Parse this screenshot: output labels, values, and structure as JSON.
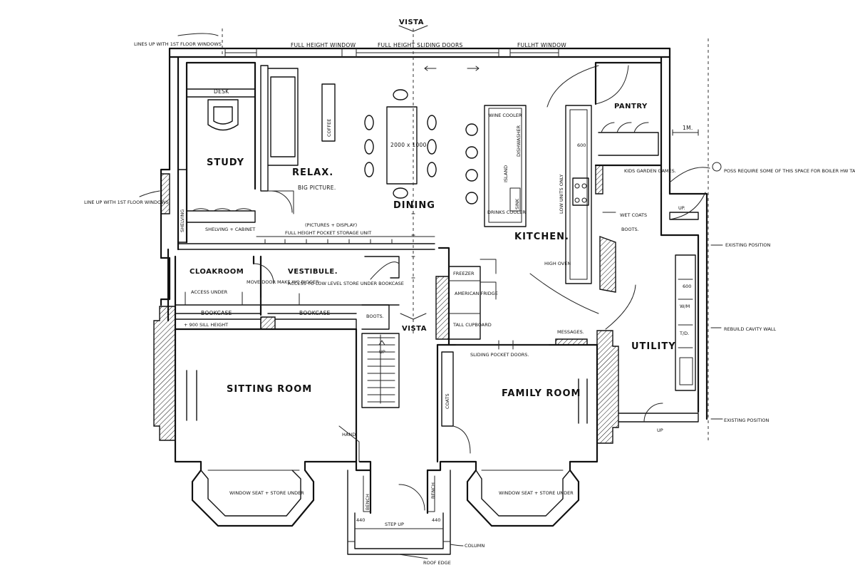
{
  "labels": {
    "vista_top": "VISTA",
    "vista_mid": "VISTA",
    "full_height_window_l": "FULL HEIGHT WINDOW",
    "full_height_sliding": "FULL HEIGHT SLIDING DOORS",
    "full_height_window_r": "FULLHT WINDOW",
    "lines_up": "LINES UP WITH 1ST FLOOR WINDOWS",
    "line_up_left": "LINE UP WITH 1ST FLOOR WINDOWS",
    "desk": "DESK",
    "study": "STUDY",
    "coffee": "COFFEE",
    "relax": "RELAX.",
    "big_picture": "BIG PICTURE.",
    "table_size": "2000 x 1000",
    "dining": "DINING",
    "wine_cooler": "WINE COOLER",
    "dishwasher": "DISHWASHER",
    "island": "ISLAND",
    "sink": "SINK",
    "drinks_cooler": "DRINKS COOLER",
    "kitchen": "KITCHEN.",
    "low_units": "LOW UNITS ONLY",
    "dim_600_a": "600",
    "dim_600_b": "600",
    "pantry": "PANTRY",
    "kids_garden": "KIDS GARDEN GAMES.",
    "wet_coats": "WET COATS",
    "boots_utility": "BOOTS.",
    "dim_1m": "1M.",
    "poss_require": "POSS REQUIRE SOME OF THIS SPACE FOR BOILER HW TANK ETC...",
    "up_right": "UP.",
    "existing_position_top": "EXISTING POSITION",
    "shelving": "SHELVING",
    "shelving_cabinet": "SHELVING + CABINET",
    "pictures_display": "(PICTURES + DISPLAY)",
    "pocket_storage": "FULL HEIGHT POCKET STORAGE UNIT",
    "cloakroom": "CLOAKROOM",
    "vestibule": "VESTIBULE.",
    "move_door": "MOVE DOOR MAKE WC BIGGER",
    "access_under_l": "ACCESS UNDER",
    "access_low_level": "ACCESS TO LOW LEVEL STORE UNDER BOOKCASE",
    "bookcase_l": "BOOKCASE",
    "bookcase_r": "BOOKCASE",
    "sill_height": "+ 900 SILL HEIGHT",
    "boots_hall": "BOOTS.",
    "up_stair": "UP",
    "freezer": "FREEZER",
    "american_fridge": "AMERICAN FRIDGE",
    "tall_cupboard": "TALL CUPBOARD",
    "high_oven": "HIGH OVEN",
    "messages": "MESSAGES.",
    "sliding_pocket": "SLIDING POCKET DOORS.",
    "utility": "UTILITY",
    "wm": "W/M",
    "td": "T/D.",
    "rebuild_cavity": "REBUILD CAVITY WALL",
    "existing_position_bot": "EXISTING POSITION",
    "up_util": "UP",
    "sitting_room": "SITTING ROOM",
    "family_room": "FAMILY ROOM",
    "coats": "COATS",
    "hand": "HAND.",
    "window_seat_l": "WINDOW SEAT + STORE UNDER",
    "window_seat_r": "WINDOW SEAT + STORE UNDER",
    "bench_l": "BENCH",
    "bench_r": "BENCH",
    "step_up": "STEP UP",
    "dim_440_l": "440",
    "dim_440_r": "440",
    "column": "COLUMN",
    "roof_edge": "ROOF EDGE"
  }
}
